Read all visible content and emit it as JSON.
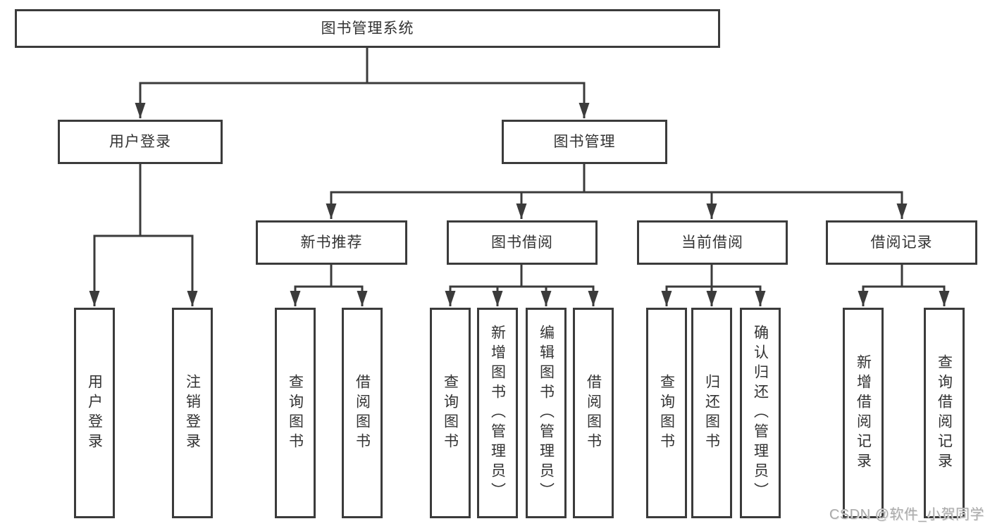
{
  "tree": {
    "root": {
      "label": "图书管理系统"
    },
    "branches": [
      {
        "label": "用户登录",
        "children": [
          {
            "label": "用户登录"
          },
          {
            "label": "注销登录"
          }
        ]
      },
      {
        "label": "图书管理",
        "sections": [
          {
            "label": "新书推荐",
            "children": [
              {
                "label": "查询图书"
              },
              {
                "label": "借阅图书"
              }
            ]
          },
          {
            "label": "图书借阅",
            "children": [
              {
                "label": "查询图书"
              },
              {
                "label": "新增图书（管理员）"
              },
              {
                "label": "编辑图书（管理员）"
              },
              {
                "label": "借阅图书"
              }
            ]
          },
          {
            "label": "当前借阅",
            "children": [
              {
                "label": "查询图书"
              },
              {
                "label": "归还图书"
              },
              {
                "label": "确认归还（管理员）"
              }
            ]
          },
          {
            "label": "借阅记录",
            "children": [
              {
                "label": "新增借阅记录"
              },
              {
                "label": "查询借阅记录"
              }
            ]
          }
        ]
      }
    ]
  },
  "watermark": "CSDN @软件_小贺同学",
  "colors": {
    "line": "#3b3b3b",
    "text": "#333333",
    "background": "#ffffff",
    "watermark": "#ababab"
  }
}
